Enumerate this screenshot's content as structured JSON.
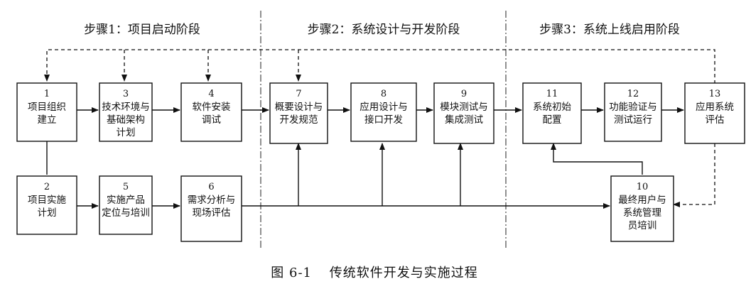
{
  "phases": [
    {
      "title": "步骤1：项目启动阶段"
    },
    {
      "title": "步骤2：系统设计与开发阶段"
    },
    {
      "title": "步骤3：系统上线启用阶段"
    }
  ],
  "steps": [
    {
      "id": "1",
      "lines": [
        "项目组织",
        "建立"
      ]
    },
    {
      "id": "3",
      "lines": [
        "技术环境与",
        "基础架构",
        "计划"
      ]
    },
    {
      "id": "4",
      "lines": [
        "软件安装",
        "调试"
      ]
    },
    {
      "id": "7",
      "lines": [
        "概要设计与",
        "开发规范"
      ]
    },
    {
      "id": "8",
      "lines": [
        "应用设计与",
        "接口开发"
      ]
    },
    {
      "id": "9",
      "lines": [
        "模块测试与",
        "集成测试"
      ]
    },
    {
      "id": "11",
      "lines": [
        "系统初始",
        "配置"
      ]
    },
    {
      "id": "12",
      "lines": [
        "功能验证与",
        "测试运行"
      ]
    },
    {
      "id": "13",
      "lines": [
        "应用系统",
        "评估"
      ]
    },
    {
      "id": "2",
      "lines": [
        "项目实施",
        "计划"
      ]
    },
    {
      "id": "5",
      "lines": [
        "实施产品",
        "定位与培训"
      ]
    },
    {
      "id": "6",
      "lines": [
        "需求分析与",
        "现场评估"
      ]
    },
    {
      "id": "10",
      "lines": [
        "最终用户与",
        "系统管理",
        "员培训"
      ]
    }
  ],
  "caption": {
    "label": "图 6-1",
    "title": "传统软件开发与实施过程"
  }
}
